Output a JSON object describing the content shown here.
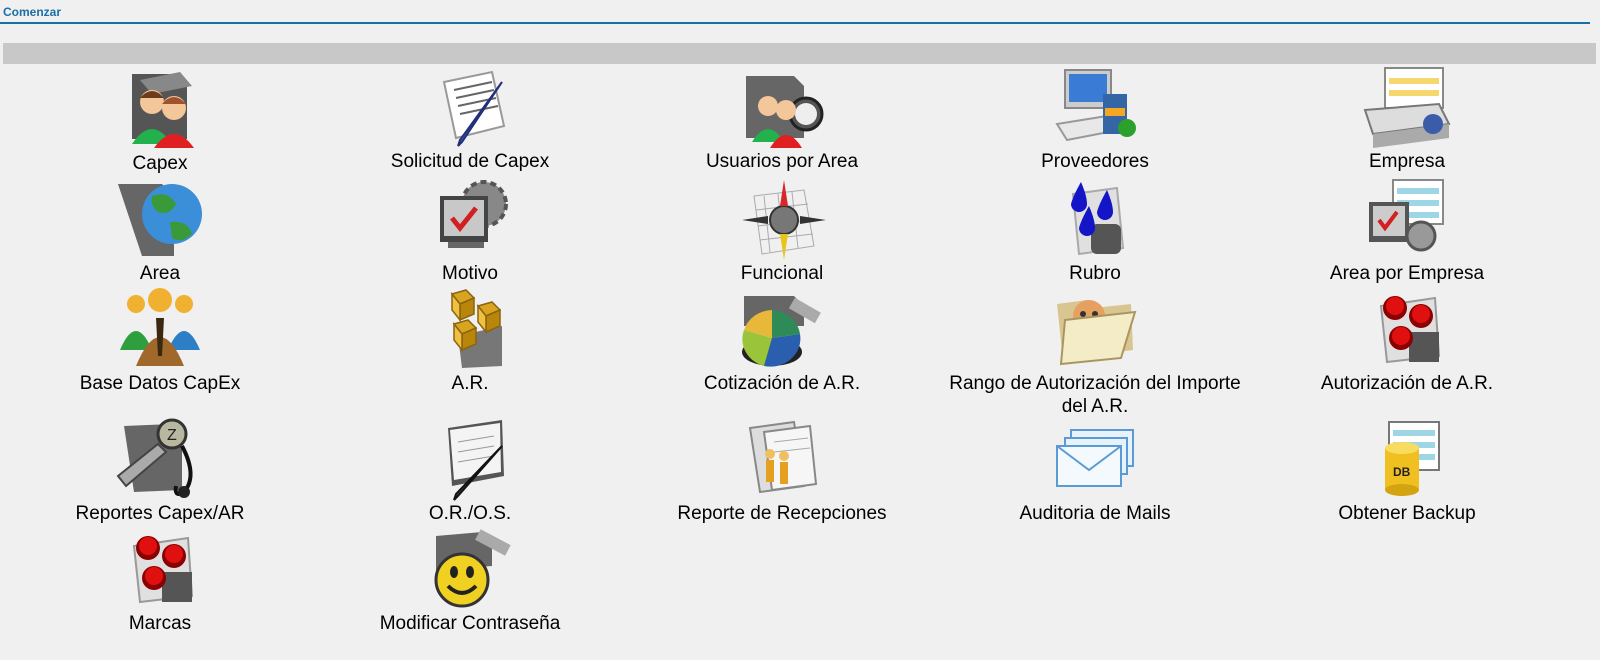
{
  "header": {
    "title": "Comenzar"
  },
  "items": [
    {
      "label": "Capex",
      "icon": "users-folder-icon"
    },
    {
      "label": "Solicitud de Capex",
      "icon": "document-pen-icon"
    },
    {
      "label": "Usuarios por Area",
      "icon": "users-clock-icon"
    },
    {
      "label": "Proveedores",
      "icon": "computer-icon"
    },
    {
      "label": "Empresa",
      "icon": "printer-key-icon"
    },
    {
      "label": "Area",
      "icon": "globe-folder-icon"
    },
    {
      "label": "Motivo",
      "icon": "monitor-gear-icon"
    },
    {
      "label": "Funcional",
      "icon": "compass-grid-icon"
    },
    {
      "label": "Rubro",
      "icon": "drops-icon"
    },
    {
      "label": "Area por Empresa",
      "icon": "monitor-spreadsheet-icon"
    },
    {
      "label": "Base Datos CapEx",
      "icon": "people-group-icon"
    },
    {
      "label": "A.R.",
      "icon": "cubes-icon"
    },
    {
      "label": "Cotización de A.R.",
      "icon": "pie-chart-icon"
    },
    {
      "label": "Rango de Autorización del Importe del A.R.",
      "icon": "folder-face-icon"
    },
    {
      "label": "Autorización de A.R.",
      "icon": "red-buttons-icon"
    },
    {
      "label": "Reportes Capex/AR",
      "icon": "tools-gauge-icon"
    },
    {
      "label": "O.R./O.S.",
      "icon": "notebook-pen-icon"
    },
    {
      "label": "Reporte de Recepciones",
      "icon": "documents-people-icon"
    },
    {
      "label": "Auditoria de Mails",
      "icon": "envelopes-icon"
    },
    {
      "label": "Obtener Backup",
      "icon": "database-icon"
    },
    {
      "label": "Marcas",
      "icon": "red-buttons-icon"
    },
    {
      "label": "Modificar Contraseña",
      "icon": "smiley-key-icon"
    }
  ]
}
